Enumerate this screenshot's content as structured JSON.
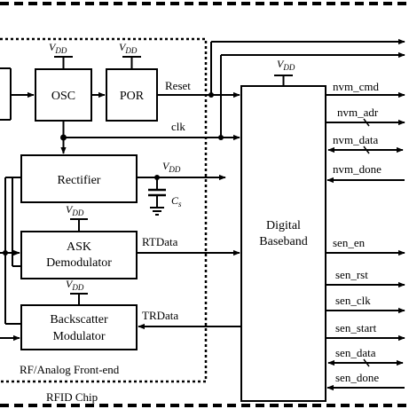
{
  "blocks": {
    "osc": "OSC",
    "por": "POR",
    "rectifier": "Rectifier",
    "ask_line1": "ASK",
    "ask_line2": "Demodulator",
    "backscatter_line1": "Backscatter",
    "backscatter_line2": "Modulator",
    "baseband_line1": "Digital",
    "baseband_line2": "Baseband"
  },
  "supply": {
    "v": "V",
    "sub": "DD"
  },
  "capacitor": {
    "c": "C",
    "sub": "s"
  },
  "signals": {
    "reset": "Reset",
    "clk": "clk",
    "rtdata": "RTData",
    "trdata": "TRData"
  },
  "nvm_signals": [
    "nvm_cmd",
    "nvm_adr",
    "nvm_data",
    "nvm_done"
  ],
  "sensor_signals": [
    "sen_en",
    "sen_rst",
    "sen_clk",
    "sen_start",
    "sen_data",
    "sen_done"
  ],
  "regions": {
    "frontend": "RF/Analog Front-end",
    "chip": "RFID Chip"
  },
  "colors": {
    "line": "#000000",
    "background": "#ffffff"
  }
}
